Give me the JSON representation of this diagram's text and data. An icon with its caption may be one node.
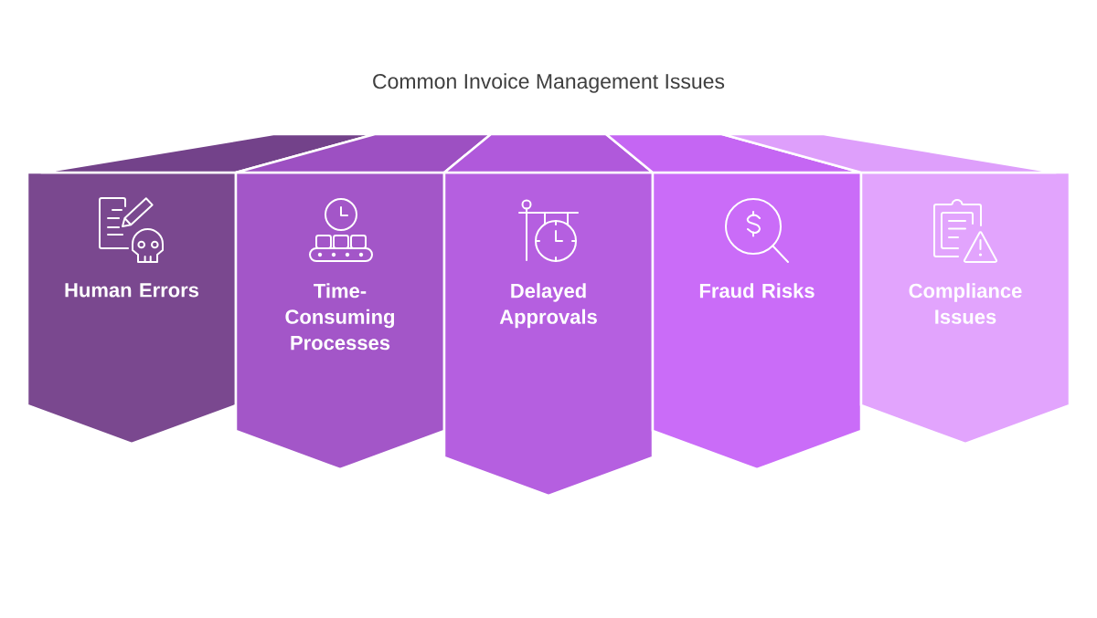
{
  "diagram": {
    "title": "Common Invoice Management Issues",
    "nodes": [
      {
        "text": [
          "Human Errors"
        ]
      },
      {
        "text": [
          "Time-Consuming Processes"
        ]
      },
      {
        "text": [
          "Delayed Approvals"
        ]
      },
      {
        "text": [
          "Fraud Risks"
        ]
      },
      {
        "text": [
          "Compliance Issues"
        ]
      }
    ]
  }
}
